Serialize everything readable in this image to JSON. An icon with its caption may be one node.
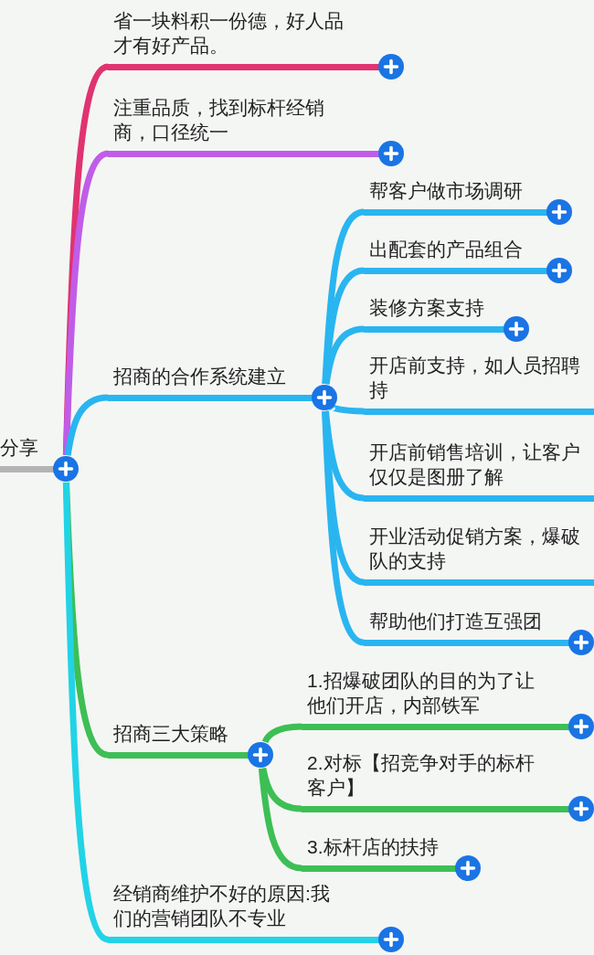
{
  "diagram": {
    "nodes": [
      {
        "text": [
          "分享"
        ]
      },
      {
        "text": [
          "省一块料积一份德，好人品才有好产品。"
        ]
      },
      {
        "text": [
          "注重品质，找到标杆经销商，口径统一"
        ]
      },
      {
        "text": [
          "招商的合作系统建立"
        ]
      },
      {
        "text": [
          "帮客户做市场调研"
        ]
      },
      {
        "text": [
          "出配套的产品组合"
        ]
      },
      {
        "text": [
          "装修方案支持"
        ]
      },
      {
        "text": [
          "开店前支持，如人员招聘持"
        ]
      },
      {
        "text": [
          "开店前销售培训，让客户仅仅是图册了解"
        ]
      },
      {
        "text": [
          "开业活动促销方案，爆破队的支持"
        ]
      },
      {
        "text": [
          "帮助他们打造互强团"
        ]
      },
      {
        "text": [
          "招商三大策略"
        ]
      },
      {
        "text": [
          "1.招爆破团队的目的为了让他们开店，内部铁军"
        ]
      },
      {
        "text": [
          "2.对标【招竞争对手的标杆客户】"
        ]
      },
      {
        "text": [
          "3.标杆店的扶持"
        ]
      },
      {
        "text": [
          "经销商维护不好的原因:我们的营销团队不专业"
        ]
      }
    ],
    "edges": [
      {
        "from": 0,
        "to": 1,
        "arrow": "none",
        "color": "#e0336f"
      },
      {
        "from": 0,
        "to": 2,
        "arrow": "none",
        "color": "#c05de8"
      },
      {
        "from": 0,
        "to": 3,
        "arrow": "none"
      },
      {
        "from": 3,
        "to": 4,
        "arrow": "none"
      },
      {
        "from": 3,
        "to": 5,
        "arrow": "none"
      },
      {
        "from": 3,
        "to": 6,
        "arrow": "none"
      },
      {
        "from": 3,
        "to": 7,
        "arrow": "none"
      },
      {
        "from": 3,
        "to": 8,
        "arrow": "none"
      },
      {
        "from": 3,
        "to": 9,
        "arrow": "none"
      },
      {
        "from": 3,
        "to": 10,
        "arrow": "none"
      },
      {
        "from": 0,
        "to": 11,
        "arrow": "none",
        "color": "#3dbf55"
      },
      {
        "from": 11,
        "to": 12,
        "arrow": "none",
        "color": "#3dbf55"
      },
      {
        "from": 11,
        "to": 13,
        "arrow": "none",
        "color": "#3dbf55"
      },
      {
        "from": 11,
        "to": 14,
        "arrow": "none",
        "color": "#3dbf55"
      },
      {
        "from": 0,
        "to": 15,
        "arrow": "none",
        "color": "#22d3e6"
      }
    ]
  }
}
